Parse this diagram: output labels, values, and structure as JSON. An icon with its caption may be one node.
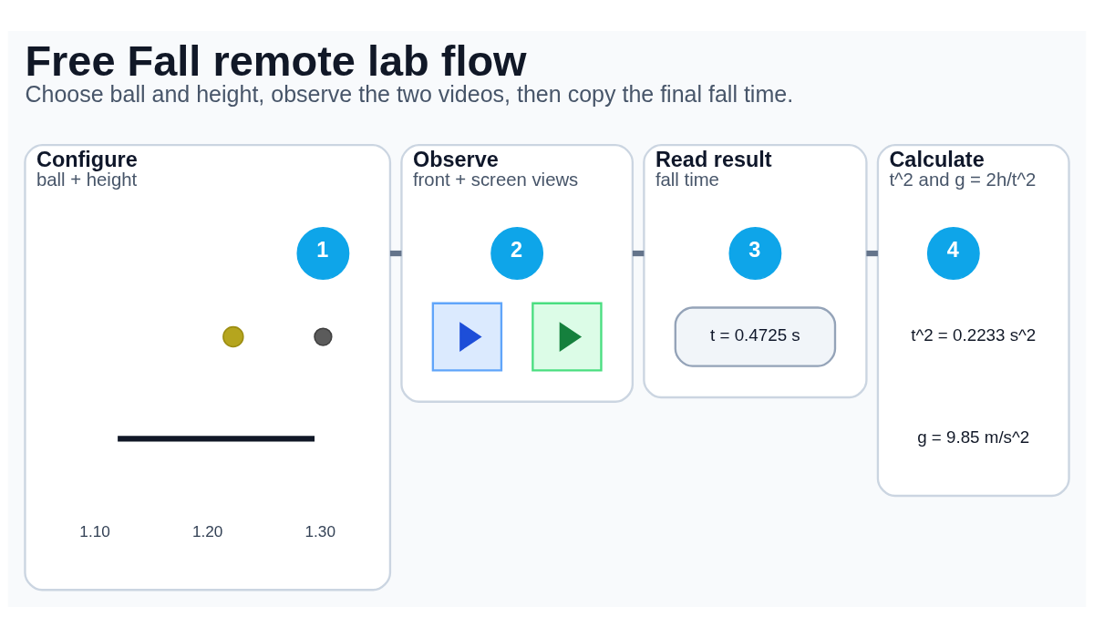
{
  "diagram": {
    "title": "Free Fall remote lab flow",
    "caption": "Choose ball and height, observe the two videos, then copy the final fall time.",
    "nodes": [
      {
        "text": [
          "Configure",
          "ball + height"
        ]
      },
      {
        "text": [
          "1"
        ],
        "in": 0
      },
      {
        "text": [],
        "shape": "circle",
        "in": 0
      },
      {
        "text": [],
        "shape": "circle",
        "in": 0
      },
      {
        "text": [
          "Observe",
          "front + screen views"
        ]
      },
      {
        "text": [
          "2"
        ],
        "in": 4
      },
      {
        "text": [],
        "shape": "box",
        "in": 4
      },
      {
        "text": [],
        "shape": "triangle",
        "in": 6
      },
      {
        "text": [],
        "shape": "box",
        "in": 4
      },
      {
        "text": [],
        "shape": "triangle",
        "in": 8
      },
      {
        "text": [
          "Read result",
          "fall time"
        ]
      },
      {
        "text": [
          "3"
        ],
        "in": 10
      },
      {
        "text": [
          "t = 0.4725 s"
        ],
        "in": 10
      },
      {
        "text": [
          "Calculate",
          "t^2 and g = 2h/t^2"
        ]
      },
      {
        "text": [
          "4"
        ],
        "in": 13
      }
    ],
    "edges": [
      {
        "from": 0,
        "to": 4,
        "arrow": "none"
      },
      {
        "from": 4,
        "to": 10,
        "arrow": "none"
      },
      {
        "from": 10,
        "to": 13,
        "arrow": "none"
      }
    ],
    "labels": [
      "1.10",
      "1.20",
      "1.30",
      "t^2 = 0.2233 s^2",
      "g = 9.85 m/s^2"
    ]
  }
}
